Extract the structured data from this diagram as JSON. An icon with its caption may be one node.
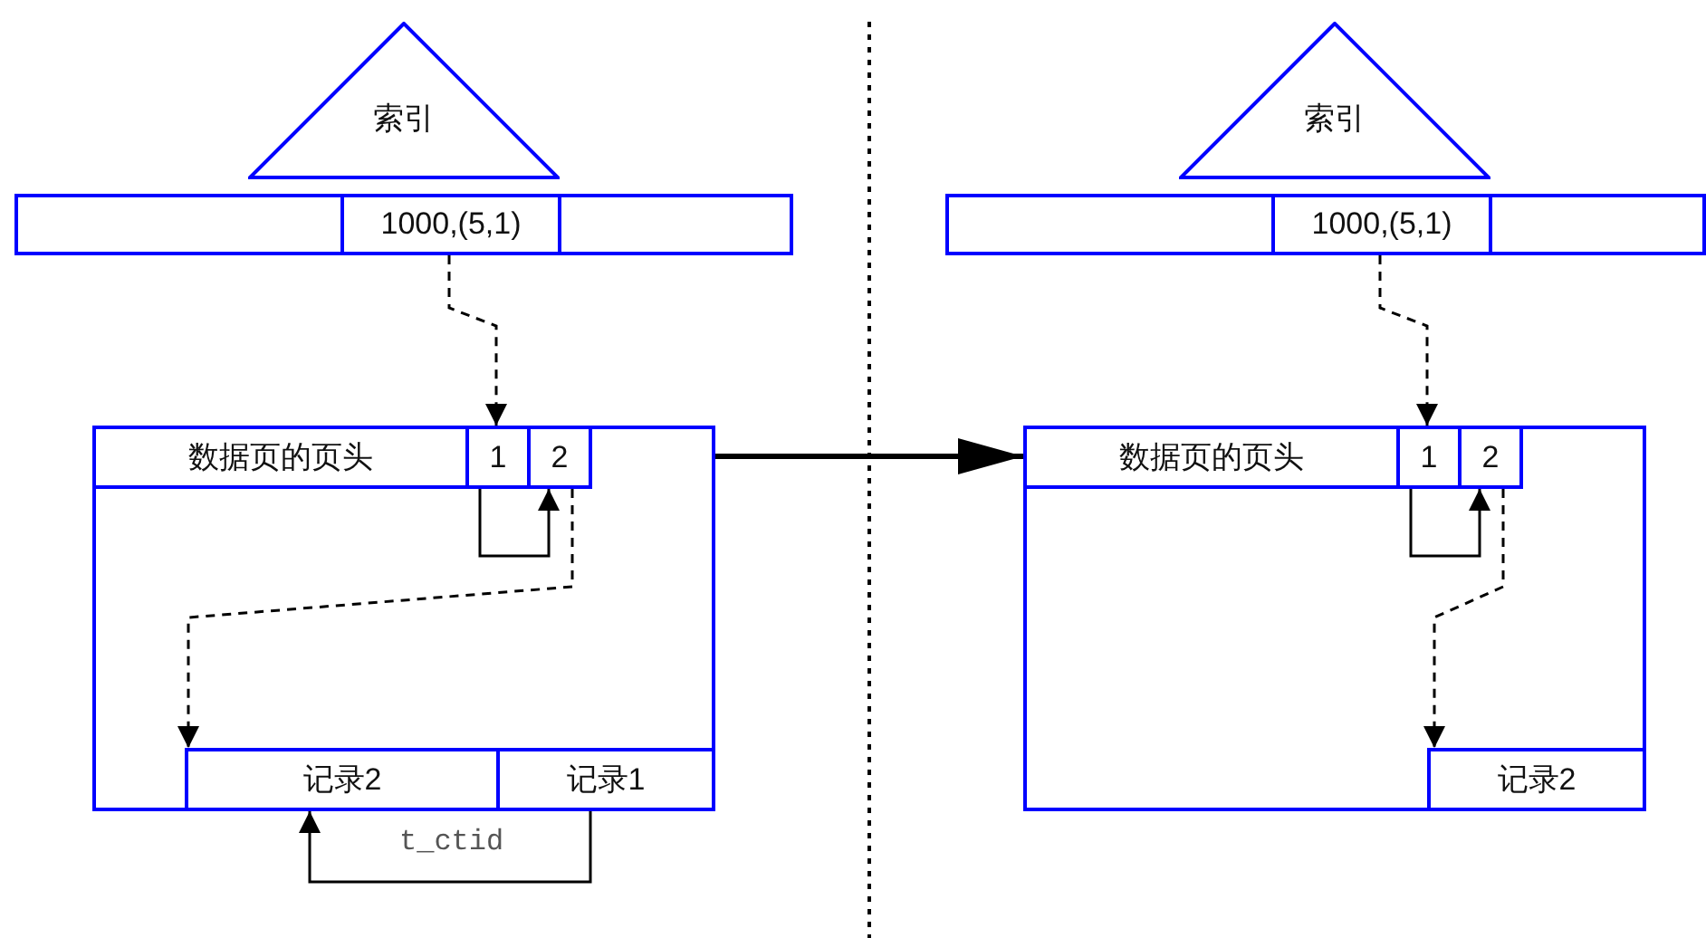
{
  "diagram": {
    "nodes": [
      {
        "text": [
          "索引"
        ]
      },
      {
        "text": [],
        "shape": "box"
      },
      {
        "text": [
          "1000,(5,1)"
        ]
      },
      {
        "text": [],
        "shape": "box"
      },
      {
        "text": [],
        "shape": "box"
      },
      {
        "text": [
          "数据页的页头"
        ],
        "in": 4
      },
      {
        "text": [
          "1"
        ],
        "in": 4
      },
      {
        "text": [
          "2"
        ],
        "in": 4
      },
      {
        "text": [
          "记录2"
        ],
        "in": 4
      },
      {
        "text": [
          "记录1"
        ],
        "in": 4
      },
      {
        "text": [
          "索引"
        ]
      },
      {
        "text": [],
        "shape": "box"
      },
      {
        "text": [
          "1000,(5,1)"
        ]
      },
      {
        "text": [],
        "shape": "box"
      },
      {
        "text": [],
        "shape": "box"
      },
      {
        "text": [
          "数据页的页头"
        ],
        "in": 14
      },
      {
        "text": [
          "1"
        ],
        "in": 14
      },
      {
        "text": [
          "2"
        ],
        "in": 14
      },
      {
        "text": [
          "记录2"
        ],
        "in": 14
      }
    ],
    "edges": [
      {
        "from": 2,
        "to": 6,
        "arrow": "to",
        "style": "dashed"
      },
      {
        "from": 6,
        "to": 7,
        "arrow": "to"
      },
      {
        "from": 7,
        "to": 8,
        "arrow": "to",
        "style": "dashed"
      },
      {
        "from": 9,
        "to": 8,
        "arrow": "to",
        "label": "t_ctid"
      },
      {
        "from": 4,
        "to": 14,
        "arrow": "to",
        "style": "thick"
      },
      {
        "from": 12,
        "to": 16,
        "arrow": "to",
        "style": "dashed"
      },
      {
        "from": 16,
        "to": 17,
        "arrow": "to"
      },
      {
        "from": 17,
        "to": 18,
        "arrow": "to",
        "style": "dashed"
      }
    ]
  }
}
